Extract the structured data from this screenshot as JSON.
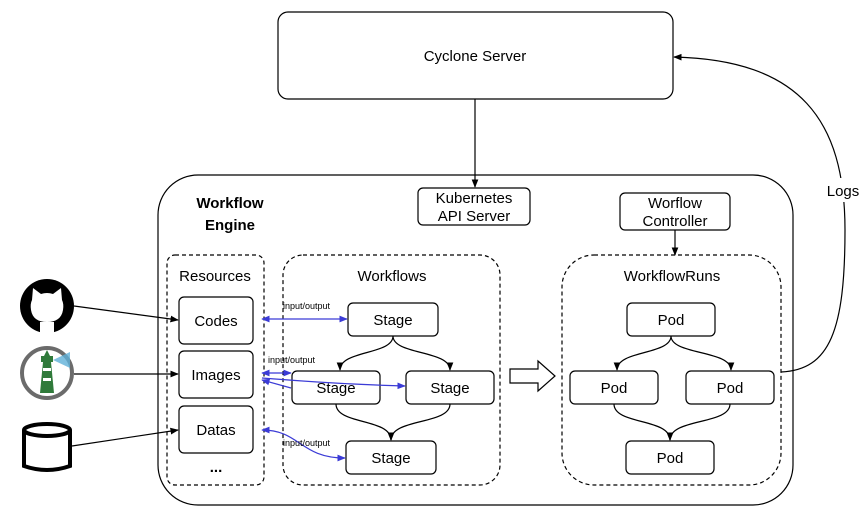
{
  "cyclone_server": "Cyclone Server",
  "logs": "Logs",
  "engine_title": [
    "Workflow",
    "Engine"
  ],
  "k8s_api": [
    "Kubernetes",
    "API Server"
  ],
  "controller": [
    "Worflow",
    "Controller"
  ],
  "resources": {
    "title": "Resources",
    "items": [
      "Codes",
      "Images",
      "Datas"
    ],
    "more": "..."
  },
  "workflows": {
    "title": "Workflows",
    "stages": [
      "Stage",
      "Stage",
      "Stage",
      "Stage"
    ]
  },
  "workflow_runs": {
    "title": "WorkflowRuns",
    "pods": [
      "Pod",
      "Pod",
      "Pod",
      "Pod"
    ]
  },
  "io_label": "input/output",
  "icons": [
    "github-icon",
    "harbor-lighthouse-icon",
    "database-icon"
  ]
}
